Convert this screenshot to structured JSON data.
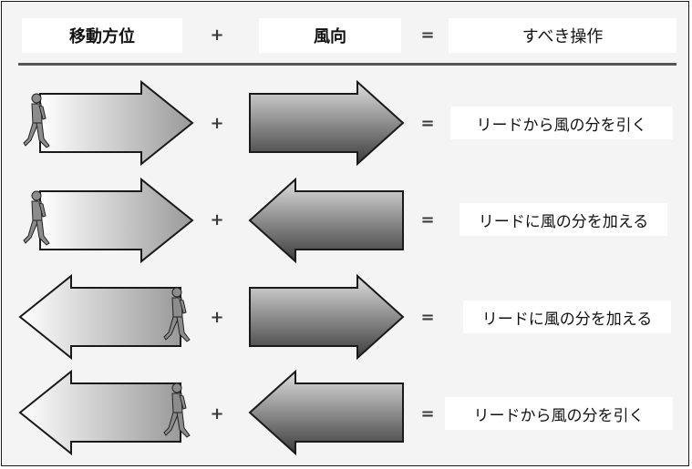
{
  "header": {
    "movement_direction": "移動方位",
    "plus": "+",
    "wind_direction": "風向",
    "equals": "=",
    "action": "すべき操作"
  },
  "rows": [
    {
      "movement": "right",
      "walker_side": "left",
      "walker_facing": "right",
      "wind": "right",
      "plus": "+",
      "equals": "=",
      "action": "リードから風の分を引く"
    },
    {
      "movement": "right",
      "walker_side": "left",
      "walker_facing": "right",
      "wind": "left",
      "plus": "+",
      "equals": "=",
      "action": "リードに風の分を加える"
    },
    {
      "movement": "left",
      "walker_side": "right",
      "walker_facing": "right",
      "wind": "right",
      "plus": "+",
      "equals": "=",
      "action": "リードに風の分を加える"
    },
    {
      "movement": "left",
      "walker_side": "right",
      "walker_facing": "right",
      "wind": "left",
      "plus": "+",
      "equals": "=",
      "action": "リードから風の分を引く"
    }
  ],
  "colors": {
    "movement_arrow_light": "#ffffff",
    "movement_arrow_dark": "#9a9a9a",
    "wind_arrow_light": "#dedede",
    "wind_arrow_dark": "#3c3c3c",
    "outline": "#1a1a1a",
    "walker": "#8c8c8c"
  }
}
